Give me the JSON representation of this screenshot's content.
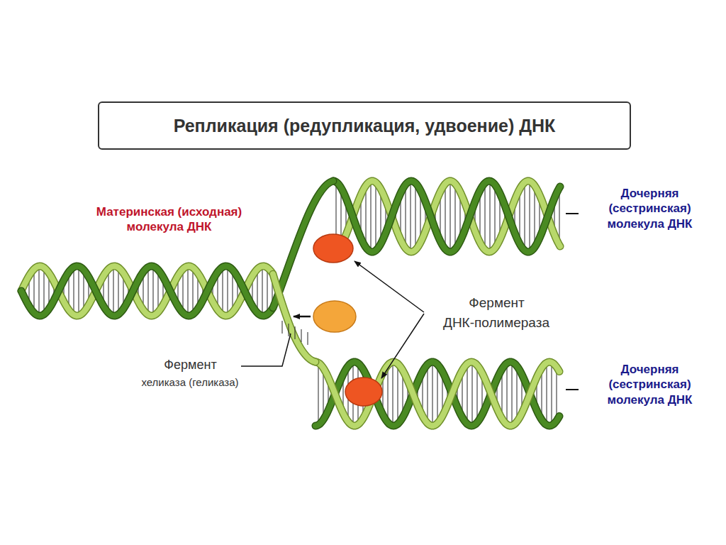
{
  "diagram": {
    "title": "Репликация (редупликация, удвоение) ДНК",
    "labels": [
      "Материнская (исходная) молекула ДНК",
      "Дочерняя (сестринская) молекула ДНК",
      "Фермент",
      "ДНК-полимераза",
      "Фермент",
      "хеликаза (геликаза)",
      "Дочерняя (сестринская) молекула ДНК"
    ]
  }
}
